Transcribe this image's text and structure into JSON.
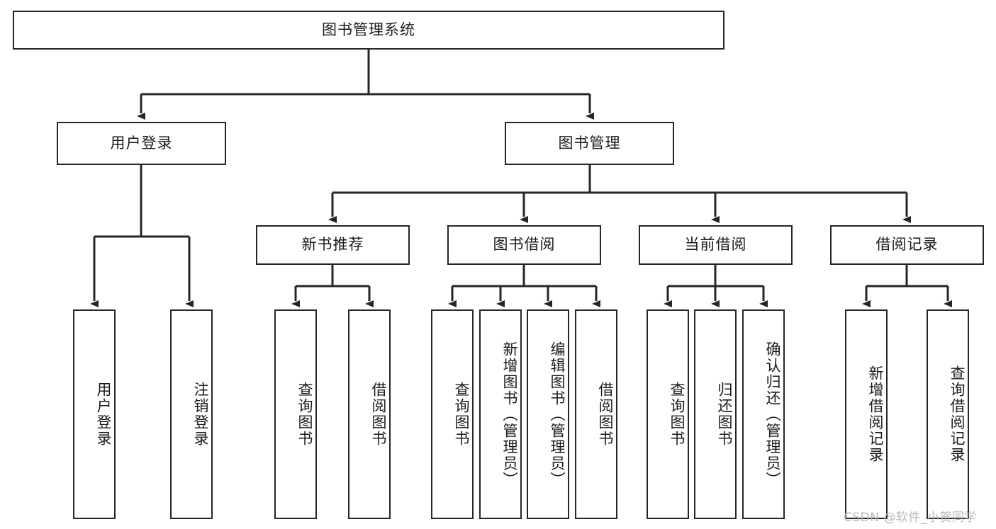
{
  "diagram": {
    "title": "图书管理系统",
    "type": "hierarchy-tree",
    "colors": {
      "background": "#ffffff",
      "box_border": "#262626",
      "box_fill": "#ffffff",
      "connector": "#262626",
      "text": "#1a1a1a",
      "watermark": "#b9b9b9"
    },
    "nodes": {
      "root": {
        "label": "图书管理系统",
        "level": 1,
        "orientation": "horizontal"
      },
      "user_login": {
        "label": "用户登录",
        "level": 2,
        "orientation": "horizontal"
      },
      "book_manage": {
        "label": "图书管理",
        "level": 2,
        "orientation": "horizontal"
      },
      "new_book_rec": {
        "label": "新书推荐",
        "level": 3,
        "orientation": "horizontal"
      },
      "book_borrow": {
        "label": "图书借阅",
        "level": 3,
        "orientation": "horizontal"
      },
      "current_borrow": {
        "label": "当前借阅",
        "level": 3,
        "orientation": "horizontal"
      },
      "borrow_record": {
        "label": "借阅记录",
        "level": 3,
        "orientation": "horizontal"
      },
      "leaf_user_login": {
        "label": "用户登录",
        "level": 3,
        "orientation": "vertical"
      },
      "leaf_logout": {
        "label": "注销登录",
        "level": 3,
        "orientation": "vertical"
      },
      "leaf_query_book_1": {
        "label": "查询图书",
        "level": 4,
        "orientation": "vertical"
      },
      "leaf_borrow_book_1": {
        "label": "借阅图书",
        "level": 4,
        "orientation": "vertical"
      },
      "leaf_query_book_2": {
        "label": "查询图书",
        "level": 4,
        "orientation": "vertical"
      },
      "leaf_add_book": {
        "label": "新增图书（管理员）",
        "level": 4,
        "orientation": "vertical"
      },
      "leaf_edit_book": {
        "label": "编辑图书（管理员）",
        "level": 4,
        "orientation": "vertical"
      },
      "leaf_borrow_book_2": {
        "label": "借阅图书",
        "level": 4,
        "orientation": "vertical"
      },
      "leaf_query_book_3": {
        "label": "查询图书",
        "level": 4,
        "orientation": "vertical"
      },
      "leaf_return_book": {
        "label": "归还图书",
        "level": 4,
        "orientation": "vertical"
      },
      "leaf_confirm_return": {
        "label": "确认归还（管理员）",
        "level": 4,
        "orientation": "vertical"
      },
      "leaf_add_record": {
        "label": "新增借阅记录",
        "level": 4,
        "orientation": "vertical"
      },
      "leaf_query_record": {
        "label": "查询借阅记录",
        "level": 4,
        "orientation": "vertical"
      }
    },
    "edges": [
      {
        "from": "root",
        "to": "user_login"
      },
      {
        "from": "root",
        "to": "book_manage"
      },
      {
        "from": "user_login",
        "to": "leaf_user_login"
      },
      {
        "from": "user_login",
        "to": "leaf_logout"
      },
      {
        "from": "book_manage",
        "to": "new_book_rec"
      },
      {
        "from": "book_manage",
        "to": "book_borrow"
      },
      {
        "from": "book_manage",
        "to": "current_borrow"
      },
      {
        "from": "book_manage",
        "to": "borrow_record"
      },
      {
        "from": "new_book_rec",
        "to": "leaf_query_book_1"
      },
      {
        "from": "new_book_rec",
        "to": "leaf_borrow_book_1"
      },
      {
        "from": "book_borrow",
        "to": "leaf_query_book_2"
      },
      {
        "from": "book_borrow",
        "to": "leaf_add_book"
      },
      {
        "from": "book_borrow",
        "to": "leaf_edit_book"
      },
      {
        "from": "book_borrow",
        "to": "leaf_borrow_book_2"
      },
      {
        "from": "current_borrow",
        "to": "leaf_query_book_3"
      },
      {
        "from": "current_borrow",
        "to": "leaf_return_book"
      },
      {
        "from": "current_borrow",
        "to": "leaf_confirm_return"
      },
      {
        "from": "borrow_record",
        "to": "leaf_add_record"
      },
      {
        "from": "borrow_record",
        "to": "leaf_query_record"
      }
    ]
  },
  "watermark": {
    "text": "CSDN @软件_小贺同学"
  }
}
